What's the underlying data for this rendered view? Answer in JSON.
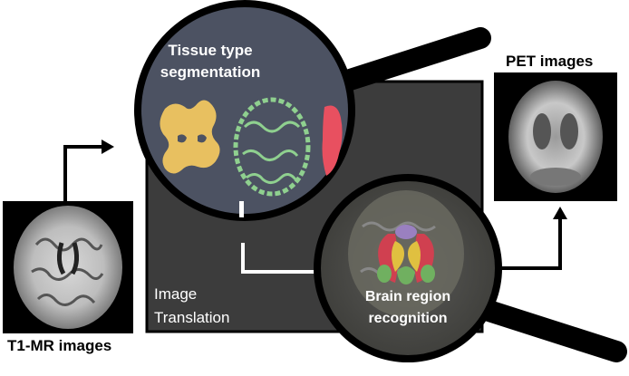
{
  "labels": {
    "t1_mr": "T1-MR images",
    "pet": "PET images",
    "tissue_line1": "Tissue type",
    "tissue_line2": "segmentation",
    "region_line1": "Brain region",
    "region_line2": "recognition",
    "translation_line1": "Image",
    "translation_line2": "Translation"
  },
  "colors": {
    "panel": "#3c3c3c",
    "lens_fill": "#4a5060",
    "white_matter": "#e8c060",
    "gray_matter": "#8fd08f",
    "csf": "#e85060",
    "region_red": "#d04050",
    "region_green": "#70b060",
    "region_yellow": "#e0c040",
    "region_purple": "#9a80c0"
  }
}
